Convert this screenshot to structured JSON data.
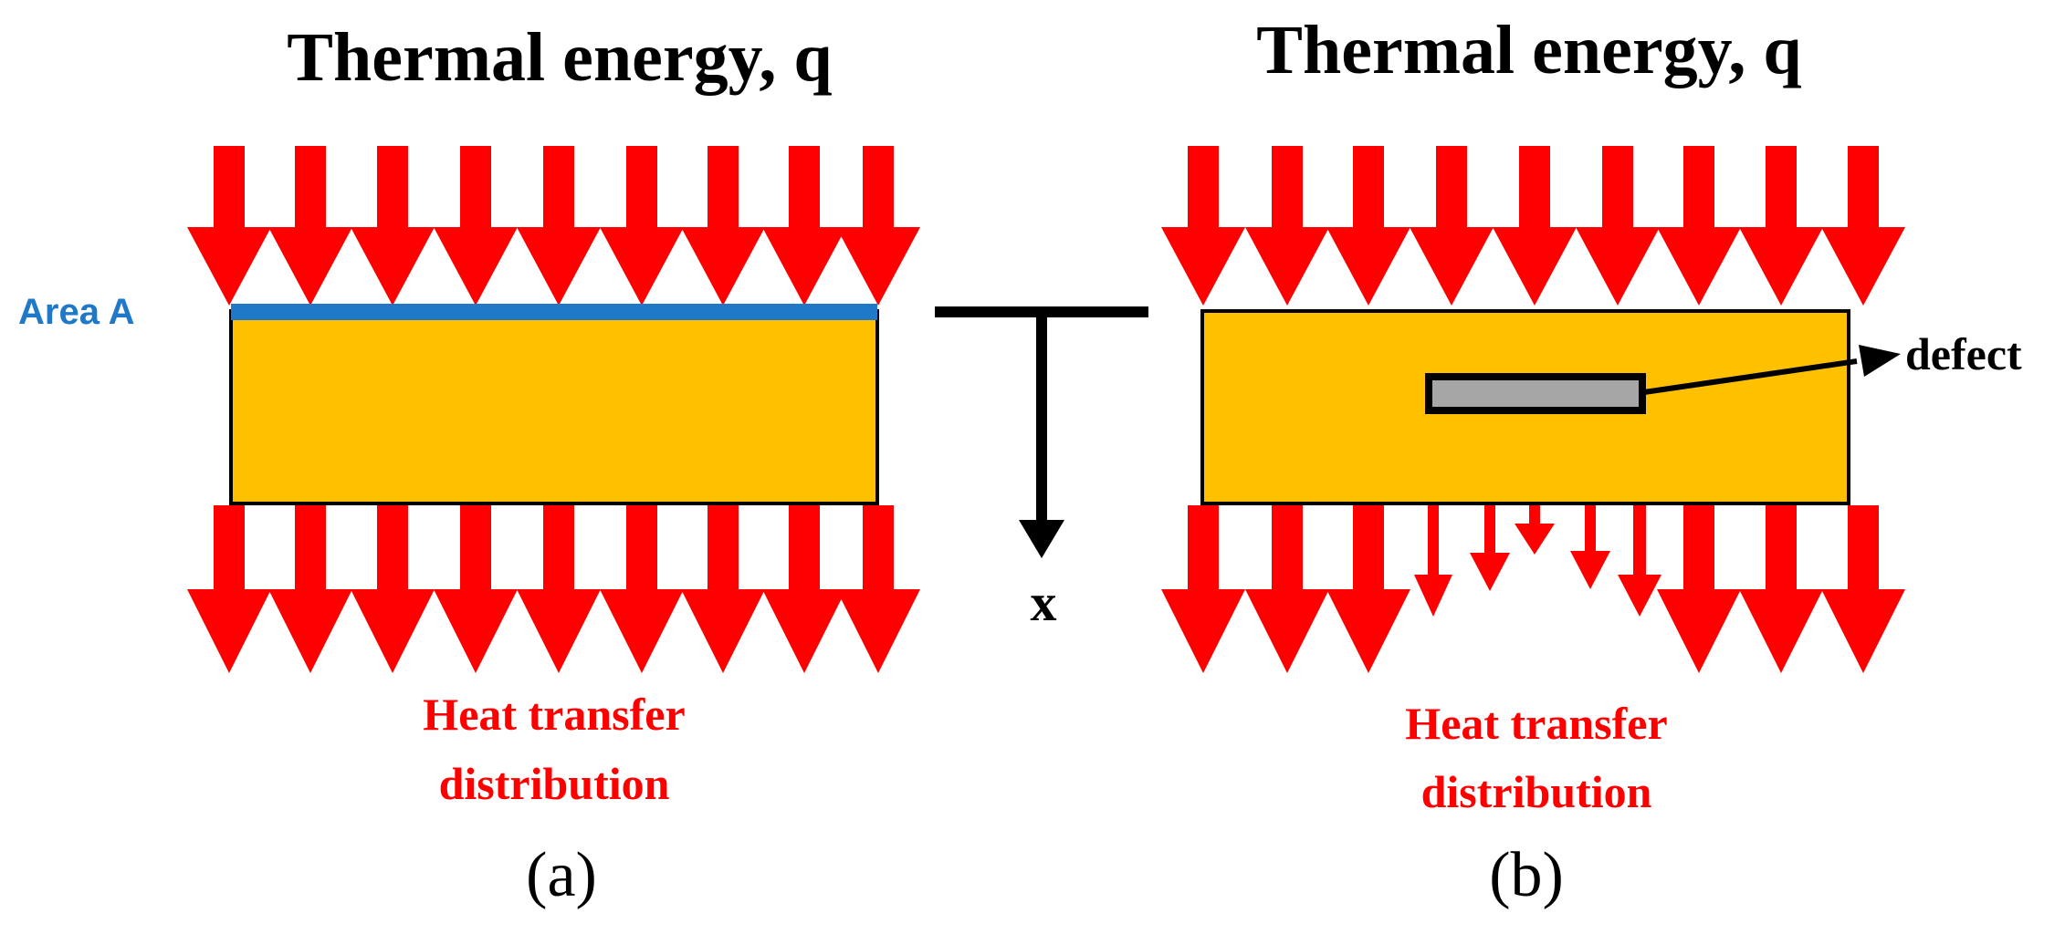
{
  "colors": {
    "arrow": "#ff0000",
    "block": "#ffc000",
    "area_line": "#1f78c8",
    "defect": "#a6a6a6",
    "outline": "#000000"
  },
  "panel_a": {
    "title": "Thermal energy, q",
    "area_label": "Area A",
    "heat_label_line1": "Heat transfer",
    "heat_label_line2": "distribution",
    "caption": "(a)"
  },
  "panel_b": {
    "title": "Thermal energy, q",
    "defect_label": "defect",
    "heat_label_line1": "Heat transfer",
    "heat_label_line2": "distribution",
    "caption": "(b)"
  },
  "axis": {
    "label": "x"
  }
}
